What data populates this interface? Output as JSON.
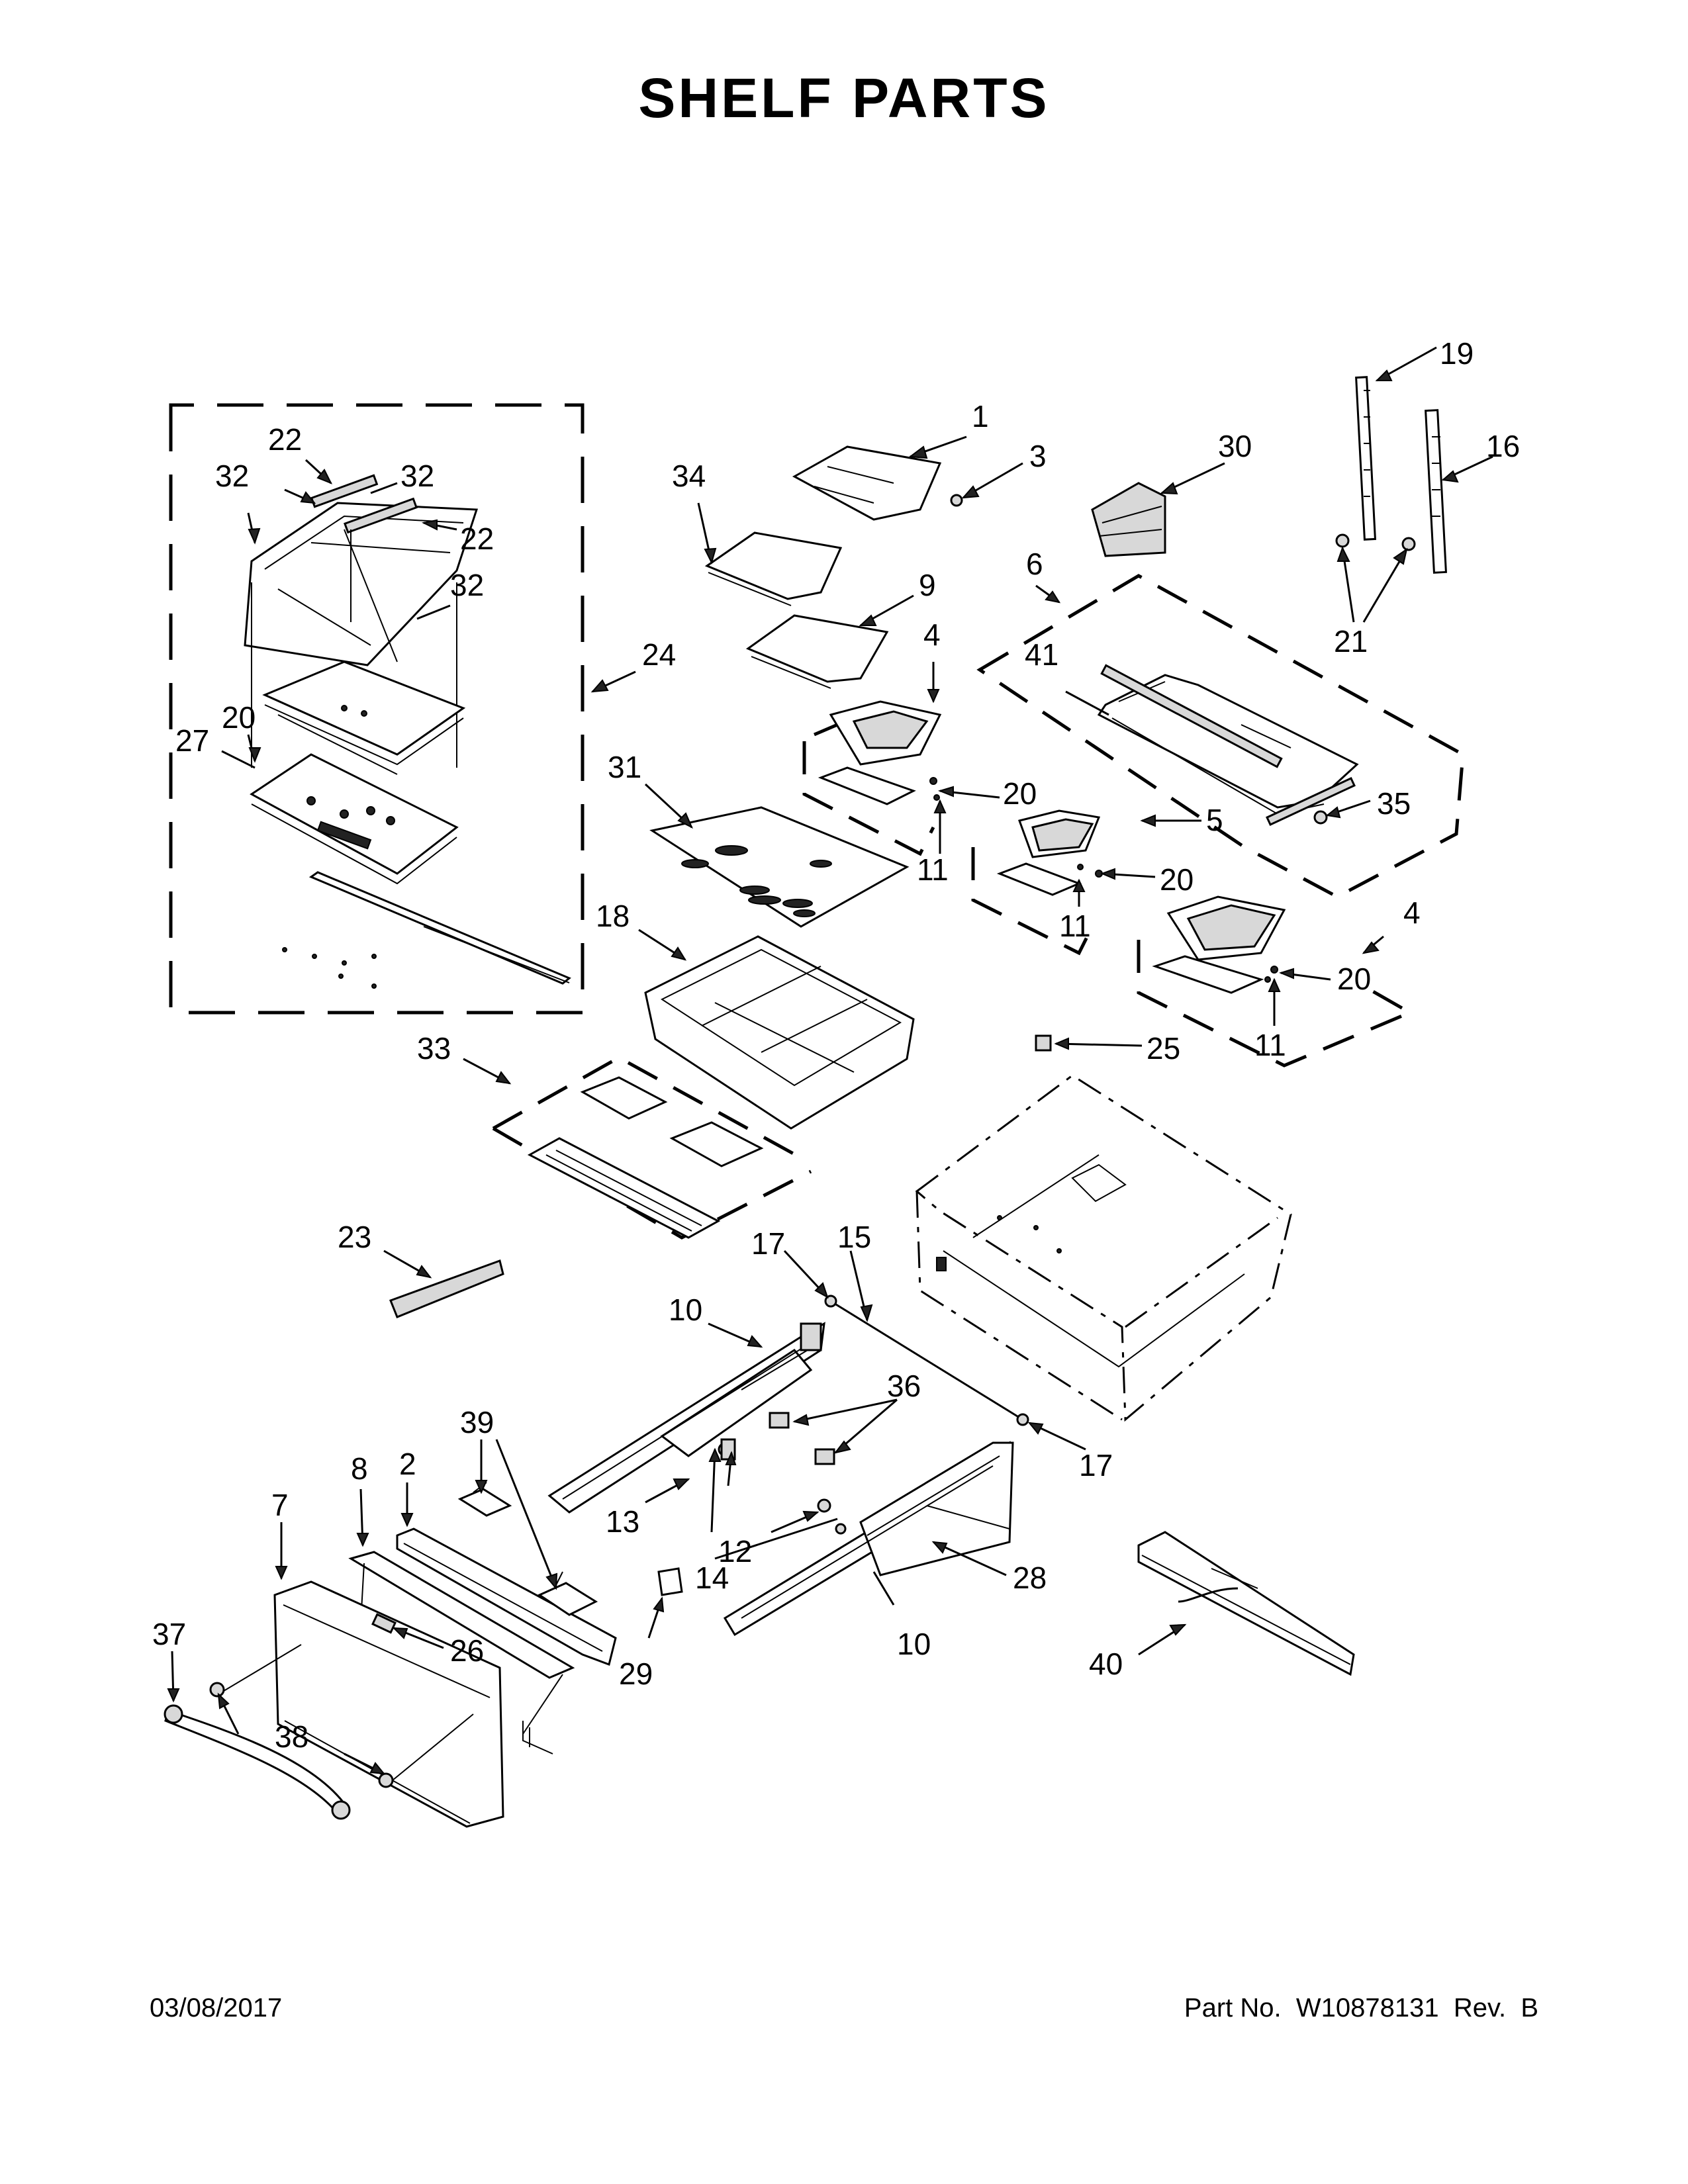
{
  "page": {
    "title": "SHELF PARTS",
    "date": "03/08/2017",
    "part_number_text": "Part No.  W10878131  Rev.  B"
  },
  "callouts": [
    {
      "id": "c1",
      "text": "1"
    },
    {
      "id": "c3",
      "text": "3"
    },
    {
      "id": "c34",
      "text": "34"
    },
    {
      "id": "c30",
      "text": "30"
    },
    {
      "id": "c19",
      "text": "19"
    },
    {
      "id": "c16",
      "text": "16"
    },
    {
      "id": "c9",
      "text": "9"
    },
    {
      "id": "c6",
      "text": "6"
    },
    {
      "id": "c21",
      "text": "21"
    },
    {
      "id": "c4a",
      "text": "4"
    },
    {
      "id": "c41",
      "text": "41"
    },
    {
      "id": "c22a",
      "text": "22"
    },
    {
      "id": "c32a",
      "text": "32"
    },
    {
      "id": "c32b",
      "text": "32"
    },
    {
      "id": "c22b",
      "text": "22"
    },
    {
      "id": "c32c",
      "text": "32"
    },
    {
      "id": "c24",
      "text": "24"
    },
    {
      "id": "c20a",
      "text": "20"
    },
    {
      "id": "c27",
      "text": "27"
    },
    {
      "id": "c31",
      "text": "31"
    },
    {
      "id": "c20b",
      "text": "20"
    },
    {
      "id": "c35",
      "text": "35"
    },
    {
      "id": "c5",
      "text": "5"
    },
    {
      "id": "c11a",
      "text": "11"
    },
    {
      "id": "c20c",
      "text": "20"
    },
    {
      "id": "c11b",
      "text": "11"
    },
    {
      "id": "c4b",
      "text": "4"
    },
    {
      "id": "c18",
      "text": "18"
    },
    {
      "id": "c20d",
      "text": "20"
    },
    {
      "id": "c11c",
      "text": "11"
    },
    {
      "id": "c25",
      "text": "25"
    },
    {
      "id": "c33",
      "text": "33"
    },
    {
      "id": "c23",
      "text": "23"
    },
    {
      "id": "c17a",
      "text": "17"
    },
    {
      "id": "c15",
      "text": "15"
    },
    {
      "id": "c10a",
      "text": "10"
    },
    {
      "id": "c36",
      "text": "36"
    },
    {
      "id": "c39",
      "text": "39"
    },
    {
      "id": "c8",
      "text": "8"
    },
    {
      "id": "c2",
      "text": "2"
    },
    {
      "id": "c17b",
      "text": "17"
    },
    {
      "id": "c7",
      "text": "7"
    },
    {
      "id": "c13",
      "text": "13"
    },
    {
      "id": "c12",
      "text": "12"
    },
    {
      "id": "c14",
      "text": "14"
    },
    {
      "id": "c28",
      "text": "28"
    },
    {
      "id": "c37",
      "text": "37"
    },
    {
      "id": "c26",
      "text": "26"
    },
    {
      "id": "c29",
      "text": "29"
    },
    {
      "id": "c10b",
      "text": "10"
    },
    {
      "id": "c40",
      "text": "40"
    },
    {
      "id": "c38",
      "text": "38"
    }
  ]
}
